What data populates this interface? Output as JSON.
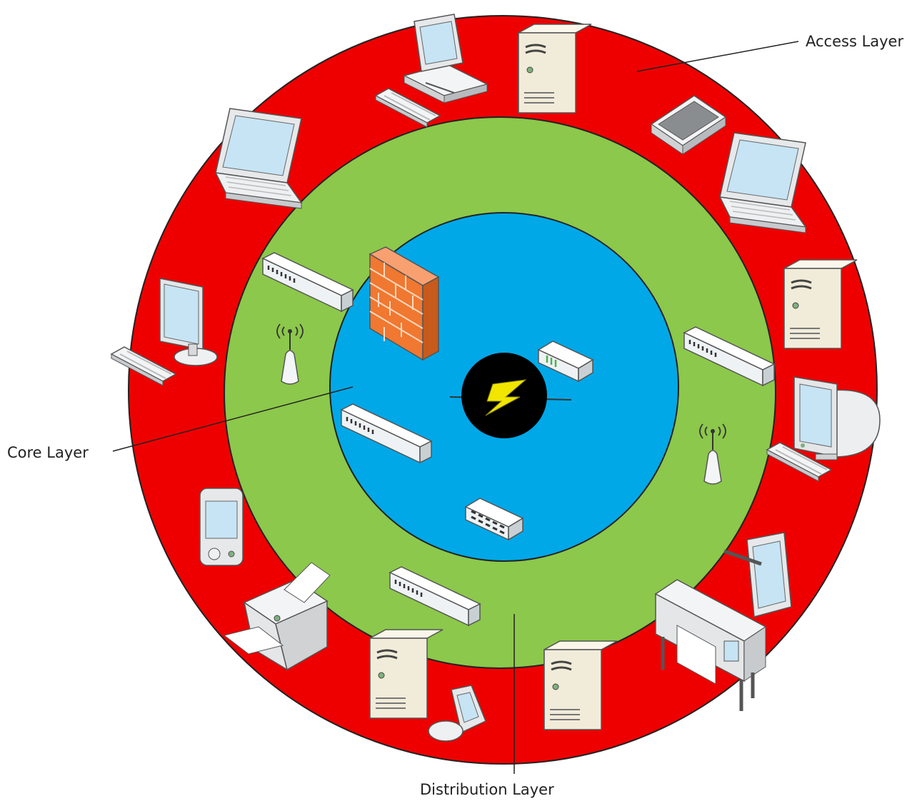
{
  "diagram": {
    "labels": {
      "access": "Access Layer",
      "core": "Core Layer",
      "distribution": "Distribution Layer"
    },
    "colors": {
      "access_ring": "#ee0000",
      "distribution_ring": "#8cc84b",
      "core_ring": "#00a8e8",
      "hub": "#000000",
      "bolt": "#f2e600",
      "firewall": "#f07830",
      "device_body": "#f1ecd9",
      "device_side": "#d7cfb2",
      "screen": "#b8dff2",
      "switch_body": "#eef2f4"
    },
    "icons": {
      "core": [
        "firewall-icon",
        "router-icon",
        "switch-icon",
        "switch-icon",
        "hub-icon",
        "network-cloud-bolt-icon"
      ],
      "distribution": [
        "switch-icon",
        "switch-icon",
        "switch-icon",
        "wireless-access-point-icon",
        "wireless-access-point-icon"
      ],
      "access": [
        "desktop-computer-icon",
        "server-tower-icon",
        "scanner-icon",
        "laptop-icon",
        "server-tower-icon",
        "crt-monitor-icon",
        "tablet-icon",
        "plotter-icon",
        "server-tower-icon",
        "server-tower-icon",
        "cell-phone-icon",
        "printer-icon",
        "pda-icon",
        "flat-monitor-icon",
        "laptop-icon"
      ]
    }
  }
}
